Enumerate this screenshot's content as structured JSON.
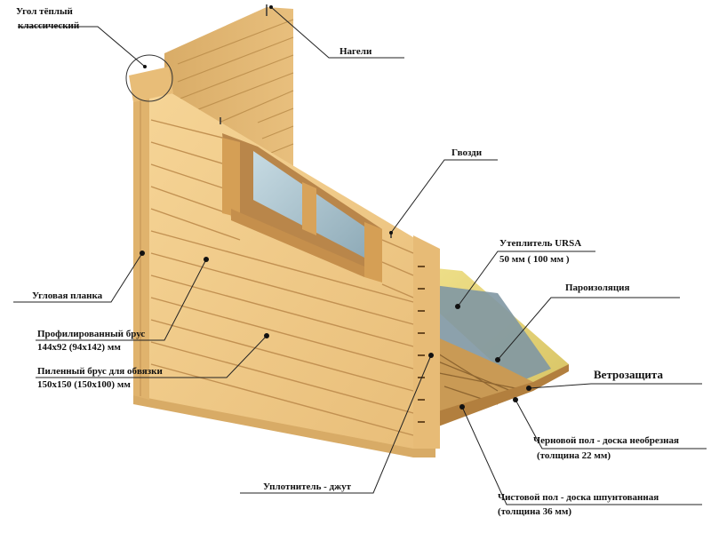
{
  "labels": {
    "corner_warm_1": "Угол тёплый",
    "corner_warm_2": "классический",
    "dowels": "Нагели",
    "nails": "Гвозди",
    "insulation_1": "Утеплитель URSA",
    "insulation_2": "50 мм   ( 100 мм )",
    "vapor_barrier": "Пароизоляция",
    "wind_protection": "Ветрозащита",
    "corner_strip": "Угловая планка",
    "profiled_beam_1": "Профилированный брус",
    "profiled_beam_2": "144х92 (94х142) мм",
    "sawn_beam_1": "Пиленный брус для обвязки",
    "sawn_beam_2": "150х150 (150х100) мм",
    "subfloor_1": "Черновой пол - доска необрезная",
    "subfloor_2": "(толщина 22 мм)",
    "sealant": "Уплотнитель - джут",
    "finish_floor_1": "Чистовой пол - доска шпунтованная",
    "finish_floor_2": "(толщина 36 мм)"
  },
  "colors": {
    "wood_light": "#f2cd8c",
    "wood_mid": "#e3b671",
    "wood_dark": "#c99a55",
    "groove": "#b88a48",
    "insulation": "#e6d67a",
    "vapor_film": "#7f97a3",
    "glass": "#a9c3cf",
    "leader": "#222222"
  }
}
